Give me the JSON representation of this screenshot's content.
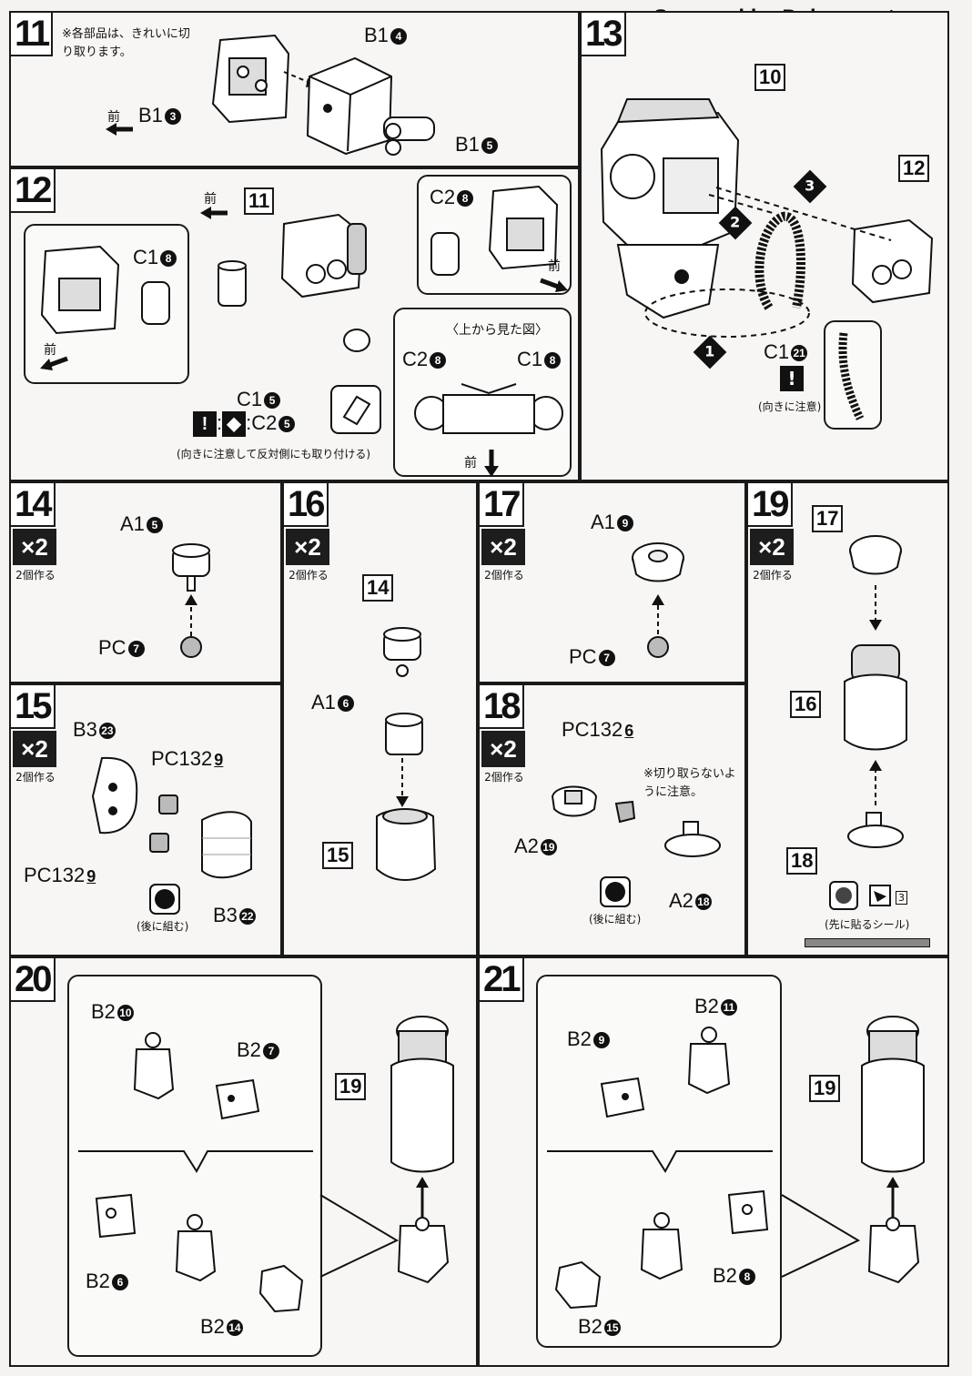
{
  "credit": "Scanned by Dalong.net",
  "steps": {
    "s11": {
      "num": "11",
      "note": "※各部品は、きれいに切り取ります。",
      "front": "前",
      "parts": {
        "a": "B1",
        "a_n": "4",
        "b": "B1",
        "b_n": "3",
        "c": "B1",
        "c_n": "5"
      }
    },
    "s12": {
      "num": "12",
      "ref": "11",
      "front": "前",
      "parts": {
        "c18": "C1",
        "c18_n": "8",
        "c28": "C2",
        "c28_n": "8",
        "c15": "C1",
        "c15_n": "5",
        "c25": "C2",
        "c25_n": "5",
        "top_c28": "C2",
        "top_c28_n": "8",
        "top_c18": "C1",
        "top_c18_n": "8"
      },
      "top_view": "〈上から見た図〉",
      "caution": "(向きに注意して反対側にも取り付ける)"
    },
    "s13": {
      "num": "13",
      "ref10": "10",
      "ref12": "12",
      "part": "C1",
      "part_n": "21",
      "seq": [
        "1",
        "2",
        "3"
      ],
      "caution": "(向きに注意)"
    },
    "s14": {
      "num": "14",
      "x2": "×2",
      "x2sub": "2個作る",
      "a": "A1",
      "a_n": "5",
      "b": "PC",
      "b_n": "7"
    },
    "s15": {
      "num": "15",
      "x2": "×2",
      "x2sub": "2個作る",
      "p1": "B3",
      "p1_n": "23",
      "p2": "PC132",
      "p2_n": "9",
      "p3": "PC132",
      "p3_n": "9",
      "p4": "B3",
      "p4_n": "22",
      "later": "(後に組む)"
    },
    "s16": {
      "num": "16",
      "x2": "×2",
      "x2sub": "2個作る",
      "ref14": "14",
      "ref15": "15",
      "a": "A1",
      "a_n": "6"
    },
    "s17": {
      "num": "17",
      "x2": "×2",
      "x2sub": "2個作る",
      "a": "A1",
      "a_n": "9",
      "b": "PC",
      "b_n": "7"
    },
    "s18": {
      "num": "18",
      "x2": "×2",
      "x2sub": "2個作る",
      "p1": "PC132",
      "p1_n": "6",
      "p2": "A2",
      "p2_n": "19",
      "p3": "A2",
      "p3_n": "18",
      "note": "※切り取らないように注意。",
      "later": "(後に組む)"
    },
    "s19": {
      "num": "19",
      "x2": "×2",
      "x2sub": "2個作る",
      "ref17": "17",
      "ref16": "16",
      "ref18": "18",
      "sticker": "(先に貼るシール)",
      "sticker_no": "3"
    },
    "s20": {
      "num": "20",
      "ref19": "19",
      "p1": "B2",
      "p1_n": "10",
      "p2": "B2",
      "p2_n": "7",
      "p3": "B2",
      "p3_n": "6",
      "p4": "B2",
      "p4_n": "14"
    },
    "s21": {
      "num": "21",
      "ref19": "19",
      "p1": "B2",
      "p1_n": "11",
      "p2": "B2",
      "p2_n": "9",
      "p3": "B2",
      "p3_n": "8",
      "p4": "B2",
      "p4_n": "15"
    }
  }
}
